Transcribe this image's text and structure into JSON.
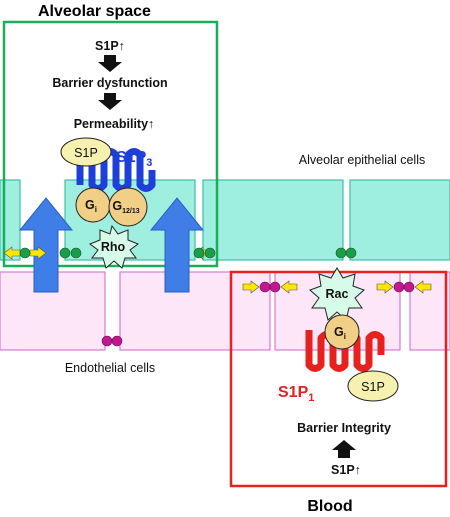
{
  "alveolar_space": {
    "title": "Alveolar space",
    "s1p_up": "S1P↑",
    "barrier_dysfunction": "Barrier dysfunction",
    "permeability_up": "Permeability↑",
    "s1p_ligand": "S1P",
    "receptor_prefix": "S1P",
    "receptor_sub": "3",
    "gi_prefix": "G",
    "gi_sub": "i",
    "g1213_prefix": "G",
    "g1213_sub": "12/13",
    "rho": "Rho"
  },
  "alveolar_epithelial_cells": "Alveolar epithelial cells",
  "endothelial_cells": "Endothelial cells",
  "blood": {
    "title": "Blood",
    "rac": "Rac",
    "gi_prefix": "G",
    "gi_sub": "i",
    "receptor_prefix": "S1P",
    "receptor_sub": "1",
    "s1p_ligand": "S1P",
    "barrier_integrity": "Barrier Integrity",
    "s1p_up": "S1P↑"
  },
  "colors": {
    "alveolar_box": "#1aae5a",
    "blood_box": "#e8201e",
    "epithelial_fill": "#9fefe0",
    "epithelial_stroke": "#3cbfa6",
    "endothelial_fill": "#fde6f8",
    "endothelial_stroke": "#d77ccf",
    "s1p3": "#1e3fd8",
    "s1p1": "#e8201e",
    "gprotein": "#f2cf86",
    "ligand": "#f7f1b0",
    "up_arrow": "#3f7ee6",
    "yellow_arrow": "#ffe600",
    "junction_green": "#1a9e4a",
    "junction_magenta": "#c2188f"
  }
}
